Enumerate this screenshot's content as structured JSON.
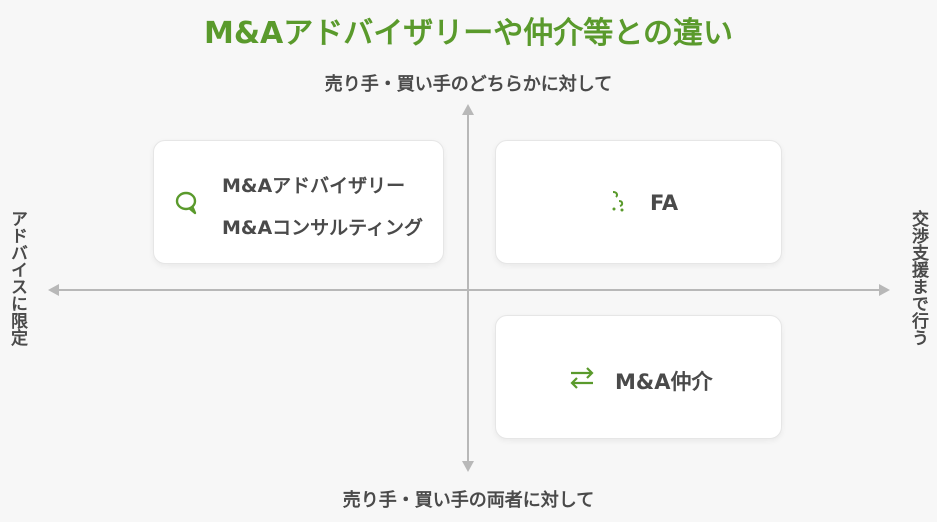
{
  "title": "M&Aアドバイザリーや仲介等との違い",
  "axes": {
    "top": "売り手・買い手のどちらかに対して",
    "bottom": "売り手・買い手の両者に対して",
    "left": "アドバイスに限定",
    "right": "交渉支援まで行う"
  },
  "quadrants": {
    "top_left": {
      "items": [
        "M&Aアドバイザリー",
        "M&Aコンサルティング"
      ],
      "icon": "chat-bubble-icon"
    },
    "top_right": {
      "label": "FA",
      "icon": "sparkle-icon"
    },
    "bottom_right": {
      "label": "M&A仲介",
      "icon": "exchange-arrows-icon"
    }
  },
  "colors": {
    "title": "#5a9a2c",
    "icon": "#5a9a2c",
    "axis": "#b8b8b8",
    "text": "#4a4a4a"
  }
}
